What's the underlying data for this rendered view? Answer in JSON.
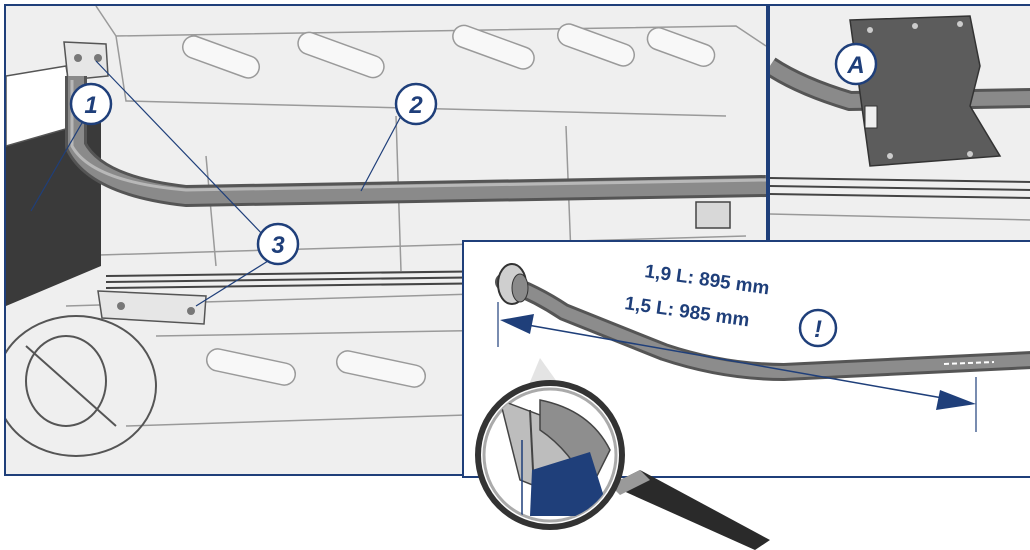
{
  "callouts": {
    "c1": "1",
    "c2": "2",
    "c3": "3",
    "cA": "A",
    "warn": "!"
  },
  "measurements": {
    "line1": "1,9 L: 895 mm",
    "line2": "1,5 L: 985 mm"
  },
  "colors": {
    "frame": "#1f3f7a",
    "pipe": "#6f6f6f",
    "arrow": "#1f3f7a",
    "callout_fill": "#ffffff"
  },
  "icons": {
    "magnifier": "magnifier-icon",
    "warning": "exclamation-icon"
  }
}
